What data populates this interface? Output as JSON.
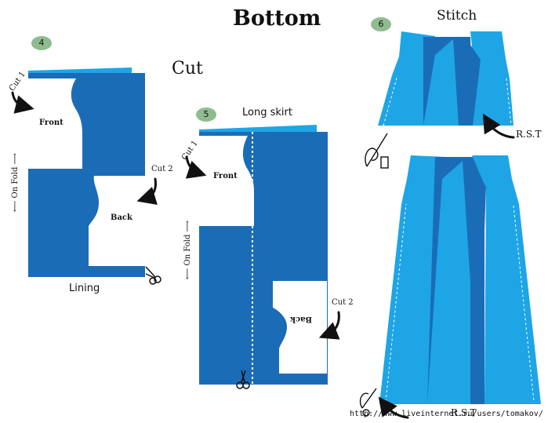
{
  "header": {
    "title": "Bottom",
    "cut_label": "Cut",
    "stitch_label": "Stitch"
  },
  "steps": {
    "step4": "4",
    "step5": "5",
    "step6": "6"
  },
  "panel4": {
    "cut1": "Cut 1",
    "cut2": "Cut 2",
    "on_fold": "⟵ On Fold ⟶",
    "front": "Front",
    "back": "Back",
    "caption": "Lining"
  },
  "panel5": {
    "title": "Long skirt",
    "cut1": "Cut 1",
    "cut2": "Cut 2",
    "on_fold": "⟵ On Fold ⟶",
    "front": "Front",
    "back": "Back"
  },
  "panel6": {
    "rst_top": "R.S.T",
    "rst_bottom": "R.S.T"
  },
  "footer": {
    "url": "http://www.liveinternet.ru/users/tomakov/"
  },
  "colors": {
    "fabric_dark": "#1b6cb6",
    "fabric_light": "#1ea5e6",
    "badge": "#8fbc8f"
  }
}
